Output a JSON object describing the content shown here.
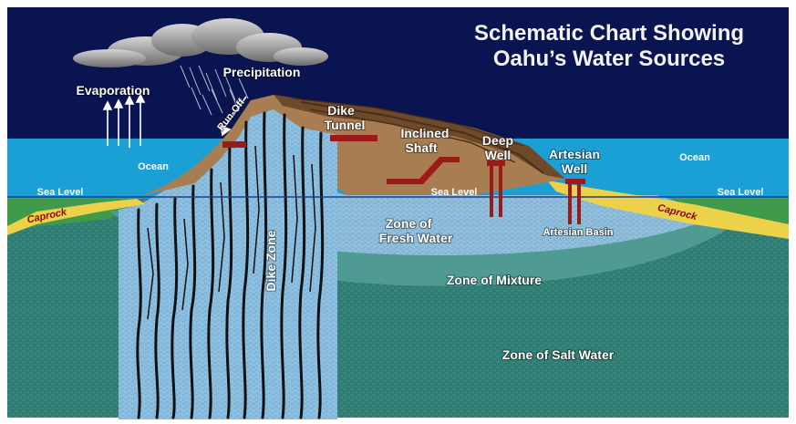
{
  "title": {
    "line1": "Schematic Chart Showing",
    "line2": "Oahu’s Water Sources"
  },
  "labels": {
    "evaporation": "Evaporation",
    "precipitation": "Precipitation",
    "run_off": "Run-Off",
    "dike_tunnel_1": "Dike",
    "dike_tunnel_2": "Tunnel",
    "inclined_shaft_1": "Inclined",
    "inclined_shaft_2": "Shaft",
    "deep_well_1": "Deep",
    "deep_well_2": "Well",
    "artesian_well_1": "Artesian",
    "artesian_well_2": "Well",
    "ocean_left": "Ocean",
    "ocean_right": "Ocean",
    "sea_level_left": "Sea Level",
    "sea_level_center": "Sea Level",
    "sea_level_right": "Sea Level",
    "caprock_left": "Caprock",
    "caprock_right": "Caprock",
    "dike_zone": "Dike Zone",
    "fresh_water_1": "Zone of",
    "fresh_water_2": "Fresh Water",
    "artesian_basin": "Artesian Basin",
    "zone_of_mixture": "Zone of Mixture",
    "zone_of_salt_water": "Zone of Salt Water"
  },
  "colors": {
    "sky": "#0a1450",
    "ocean": "#1ba0d6",
    "salt_water": "#2e7d72",
    "mixture": "#4f9a93",
    "fresh_water": "#8fbfdc",
    "dike_zone": "#8cc0e3",
    "soil": "#a87d52",
    "caprock": "#ecd24a",
    "pipe": "#9b1a1a",
    "grass": "#3f9a4a"
  }
}
